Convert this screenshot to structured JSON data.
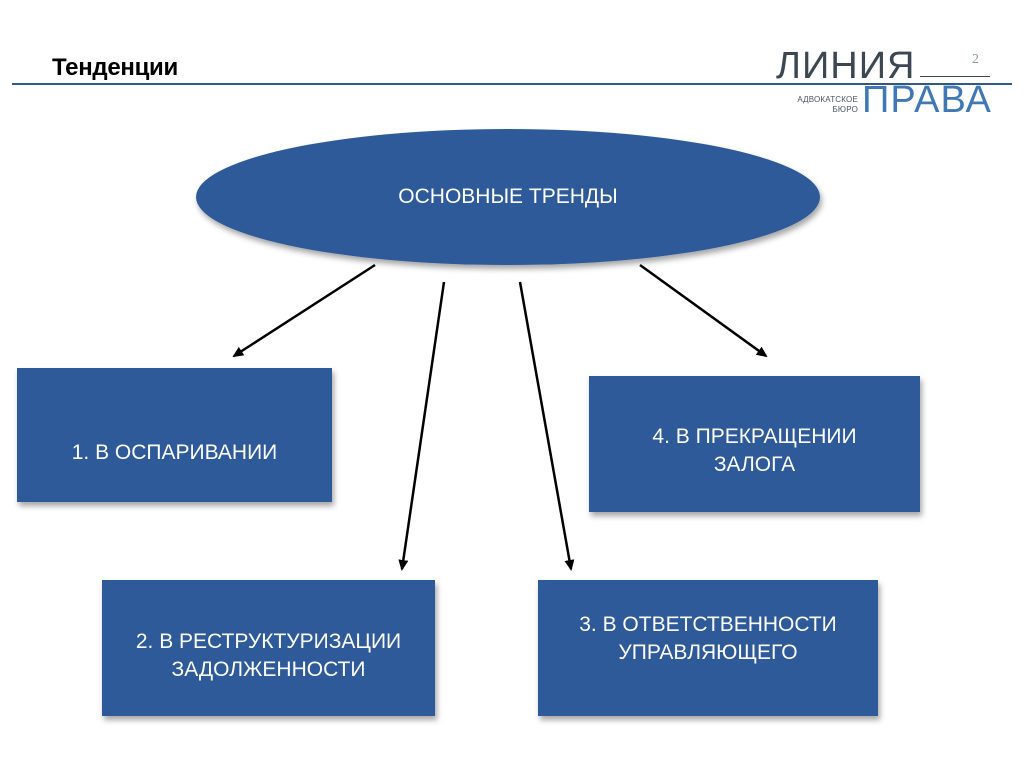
{
  "header": {
    "title": "Тенденции",
    "page_number": "2"
  },
  "logo": {
    "top_word": "ЛИНИЯ",
    "bottom_word": "ПРАВА",
    "sub_line1": "АДВОКАТСКОЕ",
    "sub_line2": "БЮРО"
  },
  "diagram": {
    "center": "ОСНОВНЫЕ ТРЕНДЫ",
    "boxes": [
      {
        "line1": "1. В ОСПАРИВАНИИ",
        "line2": ""
      },
      {
        "line1": "2. В РЕСТРУКТУРИЗАЦИИ",
        "line2": "ЗАДОЛЖЕННОСТИ"
      },
      {
        "line1": "3. В ОТВЕТСТВЕННОСТИ",
        "line2": "УПРАВЛЯЮЩЕГО"
      },
      {
        "line1": "4. В ПРЕКРАЩЕНИИ",
        "line2": "ЗАЛОГА"
      }
    ]
  },
  "colors": {
    "shape_fill": "#2e5a99",
    "accent": "#3f78b5",
    "arrow": "#000000"
  }
}
